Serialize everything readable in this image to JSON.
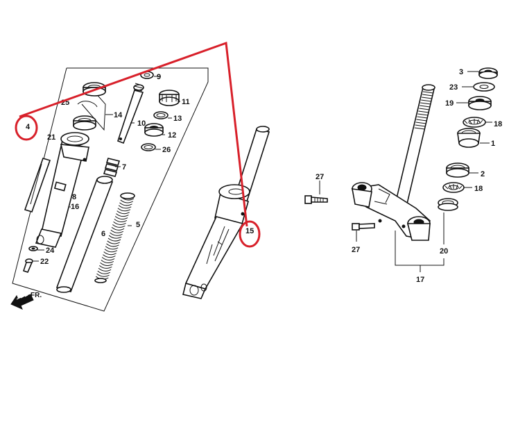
{
  "labels": {
    "l1": "1",
    "l2": "2",
    "l3": "3",
    "l4": "4",
    "l5": "5",
    "l6": "6",
    "l7": "7",
    "l8": "8",
    "l9": "9",
    "l10": "10",
    "l11": "11",
    "l12": "12",
    "l13": "13",
    "l14": "14",
    "l15": "15",
    "l16": "16",
    "l17": "17",
    "l18a": "18",
    "l18b": "18",
    "l19": "19",
    "l20": "20",
    "l21": "21",
    "l22": "22",
    "l23": "23",
    "l24": "24",
    "l25": "25",
    "l26": "26",
    "l27a": "27",
    "l27b": "27"
  },
  "direction_label": "FR.",
  "colors": {
    "annotation": "#d8202a",
    "ink": "#111111"
  }
}
